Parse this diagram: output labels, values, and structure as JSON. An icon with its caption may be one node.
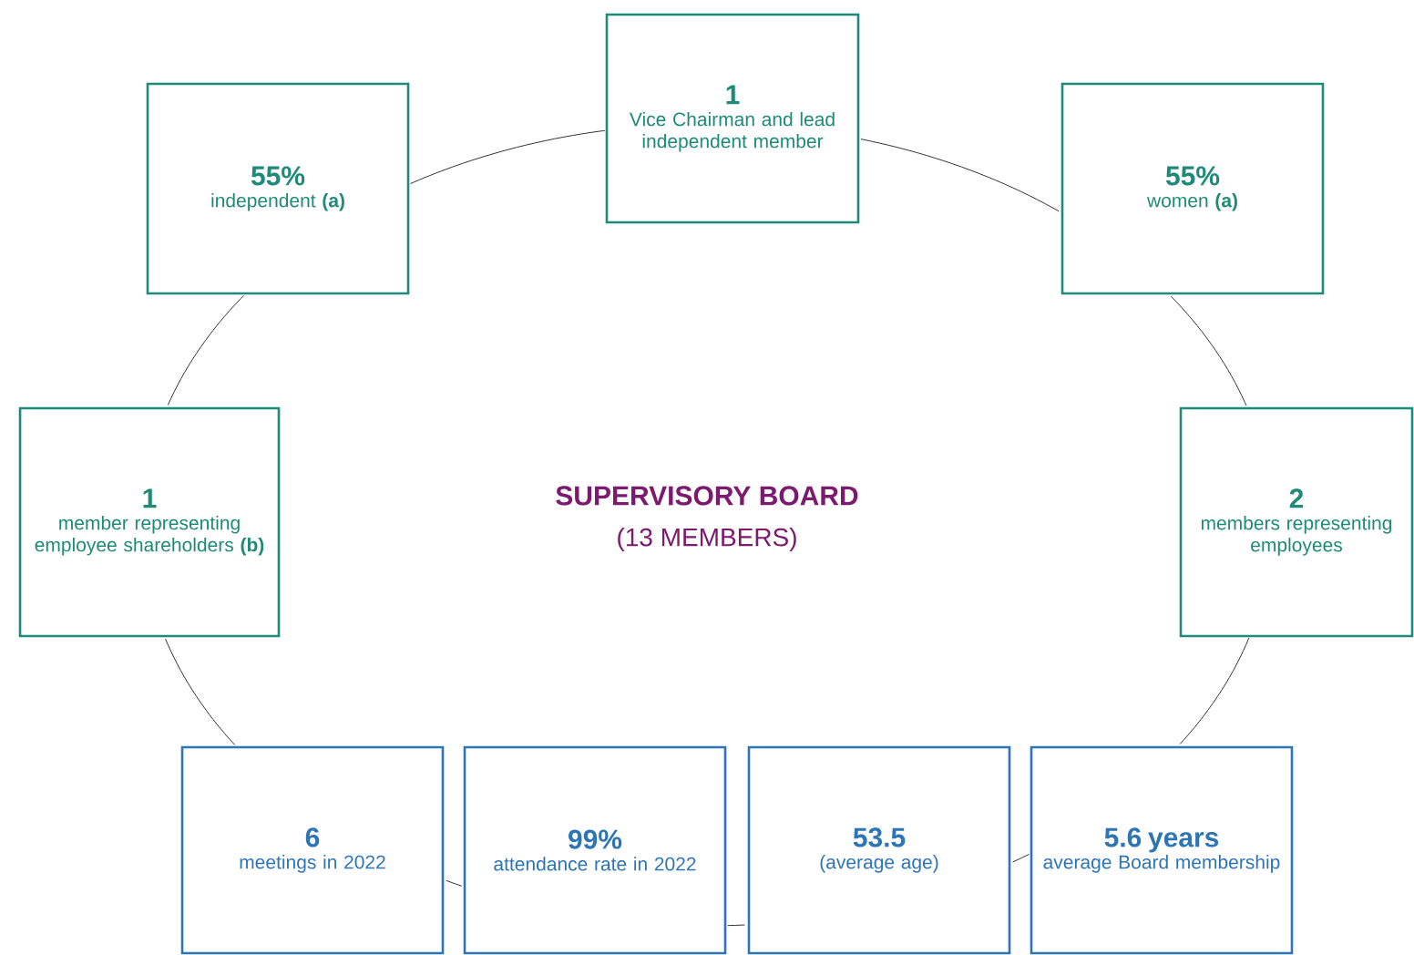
{
  "diagram": {
    "nodes": [
      {
        "text": [
          "1",
          "Vice Chairman and lead independent member"
        ]
      },
      {
        "text": [
          "55%",
          "independent **(a)**"
        ]
      },
      {
        "text": [
          "55%",
          "women **(a)**"
        ]
      },
      {
        "text": [
          "1",
          "member representing employee shareholders **(b)**"
        ]
      },
      {
        "text": [
          "2",
          "members representing employees"
        ]
      },
      {
        "text": [
          "6",
          "meetings in 2022"
        ]
      },
      {
        "text": [
          "99%",
          "attendance rate in 2022"
        ]
      },
      {
        "text": [
          "53.5",
          "(average age)"
        ]
      },
      {
        "text": [
          "5.6 years",
          "average Board membership"
        ]
      }
    ],
    "edges": [
      {
        "from": 0,
        "to": 2,
        "arrow": "none"
      },
      {
        "from": 2,
        "to": 4,
        "arrow": "none"
      },
      {
        "from": 4,
        "to": 8,
        "arrow": "none"
      },
      {
        "from": 8,
        "to": 7,
        "arrow": "none"
      },
      {
        "from": 7,
        "to": 6,
        "arrow": "none"
      },
      {
        "from": 6,
        "to": 5,
        "arrow": "none"
      },
      {
        "from": 5,
        "to": 3,
        "arrow": "none"
      },
      {
        "from": 3,
        "to": 1,
        "arrow": "none"
      },
      {
        "from": 1,
        "to": 0,
        "arrow": "none"
      }
    ],
    "labels": [
      "SUPERVISORY BOARD",
      "(13 MEMBERS)"
    ]
  }
}
